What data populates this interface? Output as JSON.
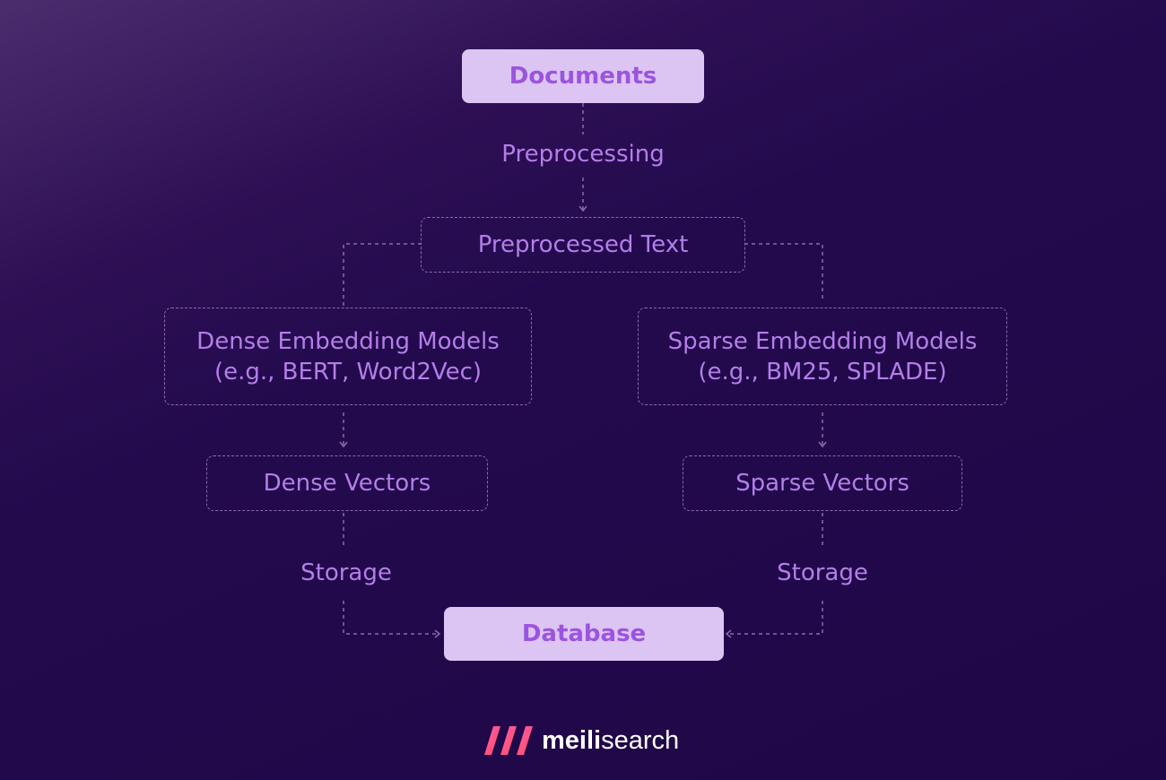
{
  "diagram": {
    "documents": "Documents",
    "preprocessing": "Preprocessing",
    "preprocessed_text": "Preprocessed Text",
    "dense_models": {
      "line1": "Dense Embedding Models",
      "line2": "(e.g., BERT, Word2Vec)"
    },
    "sparse_models": {
      "line1": "Sparse Embedding Models",
      "line2": "(e.g., BM25, SPLADE)"
    },
    "dense_vectors": "Dense Vectors",
    "sparse_vectors": "Sparse Vectors",
    "storage_left": "Storage",
    "storage_right": "Storage",
    "database": "Database"
  },
  "brand": {
    "name_bold": "meili",
    "name_rest": "search",
    "logo_icon": "meilisearch-logo-icon",
    "accent_color": "#ff4e82"
  },
  "colors": {
    "text": "#b47ee8",
    "solid_box": "#dcc4f3",
    "dashed_border": "#8d6aa8"
  }
}
